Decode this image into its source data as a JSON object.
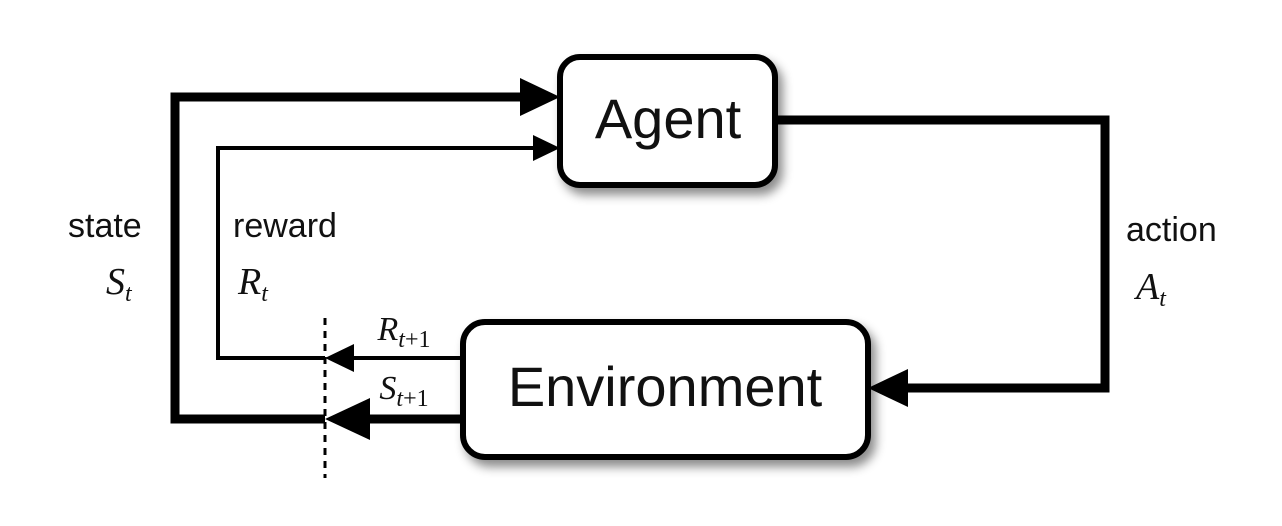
{
  "diagram": {
    "title": "agent-environment-interaction-loop",
    "background_color": "#ffffff",
    "stroke_color": "#000000",
    "text_color": "#111111",
    "nodes": [
      {
        "id": "agent",
        "label": "Agent"
      },
      {
        "id": "environment",
        "label": "Environment"
      }
    ],
    "edges": [
      {
        "id": "state",
        "word": "state",
        "symbol_base": "S",
        "symbol_sub": "t",
        "weight": "thick",
        "from": "environment",
        "to": "agent"
      },
      {
        "id": "reward",
        "word": "reward",
        "symbol_base": "R",
        "symbol_sub": "t",
        "weight": "thin",
        "from": "environment",
        "to": "agent"
      },
      {
        "id": "action",
        "word": "action",
        "symbol_base": "A",
        "symbol_sub": "t",
        "weight": "thick",
        "from": "agent",
        "to": "environment"
      }
    ],
    "next_step_labels": [
      {
        "id": "reward-next",
        "symbol_base": "R",
        "symbol_sub": "t",
        "symbol_sub_plus": "+1",
        "weight": "thin"
      },
      {
        "id": "state-next",
        "symbol_base": "S",
        "symbol_sub": "t",
        "symbol_sub_plus": "+1",
        "weight": "thick"
      }
    ],
    "time_boundary": {
      "id": "time-step-divider",
      "style": "dashed"
    }
  }
}
